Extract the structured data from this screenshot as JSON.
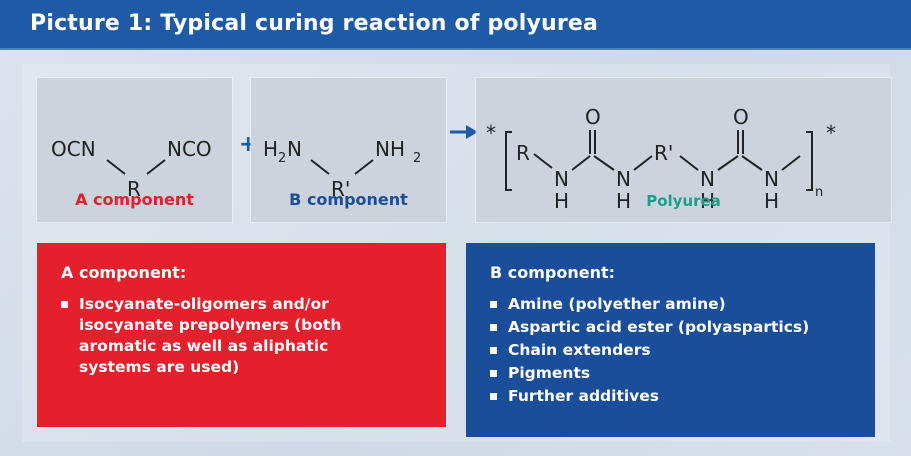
{
  "title": "Picture 1: Typical curing reaction of polyurea",
  "reaction": {
    "plus": "+",
    "a": {
      "left_group": "OCN",
      "right_group": "NCO",
      "center": "R",
      "caption": "A component"
    },
    "b": {
      "left_group": "H",
      "left_sub": "2",
      "left_n": "N",
      "right_group": "NH",
      "right_sub": "2",
      "center": "R'",
      "caption": "B component"
    },
    "product": {
      "star_left": "*",
      "star_right": "*",
      "r1": "R",
      "r2": "R'",
      "nh_n": "N",
      "nh_h": "H",
      "carbonyl_o": "O",
      "repeat_sub": "n",
      "caption": "Polyurea"
    }
  },
  "panels": {
    "a": {
      "heading": "A component:",
      "items": [
        "Isocyanate-oligomers and/or isocyanate prepolymers (both aromatic as well as aliphatic systems are used)"
      ]
    },
    "b": {
      "heading": "B component:",
      "items": [
        "Amine (polyether amine)",
        "Aspartic acid ester (polyaspartics)",
        "Chain extenders",
        "Pigments",
        "Further additives"
      ]
    }
  },
  "colors": {
    "title_bar": "#1f5aa6",
    "a_component": "#e3202b",
    "b_component": "#1a4e9a",
    "polyurea": "#1aa08a",
    "arrow": "#1f5aa6"
  }
}
